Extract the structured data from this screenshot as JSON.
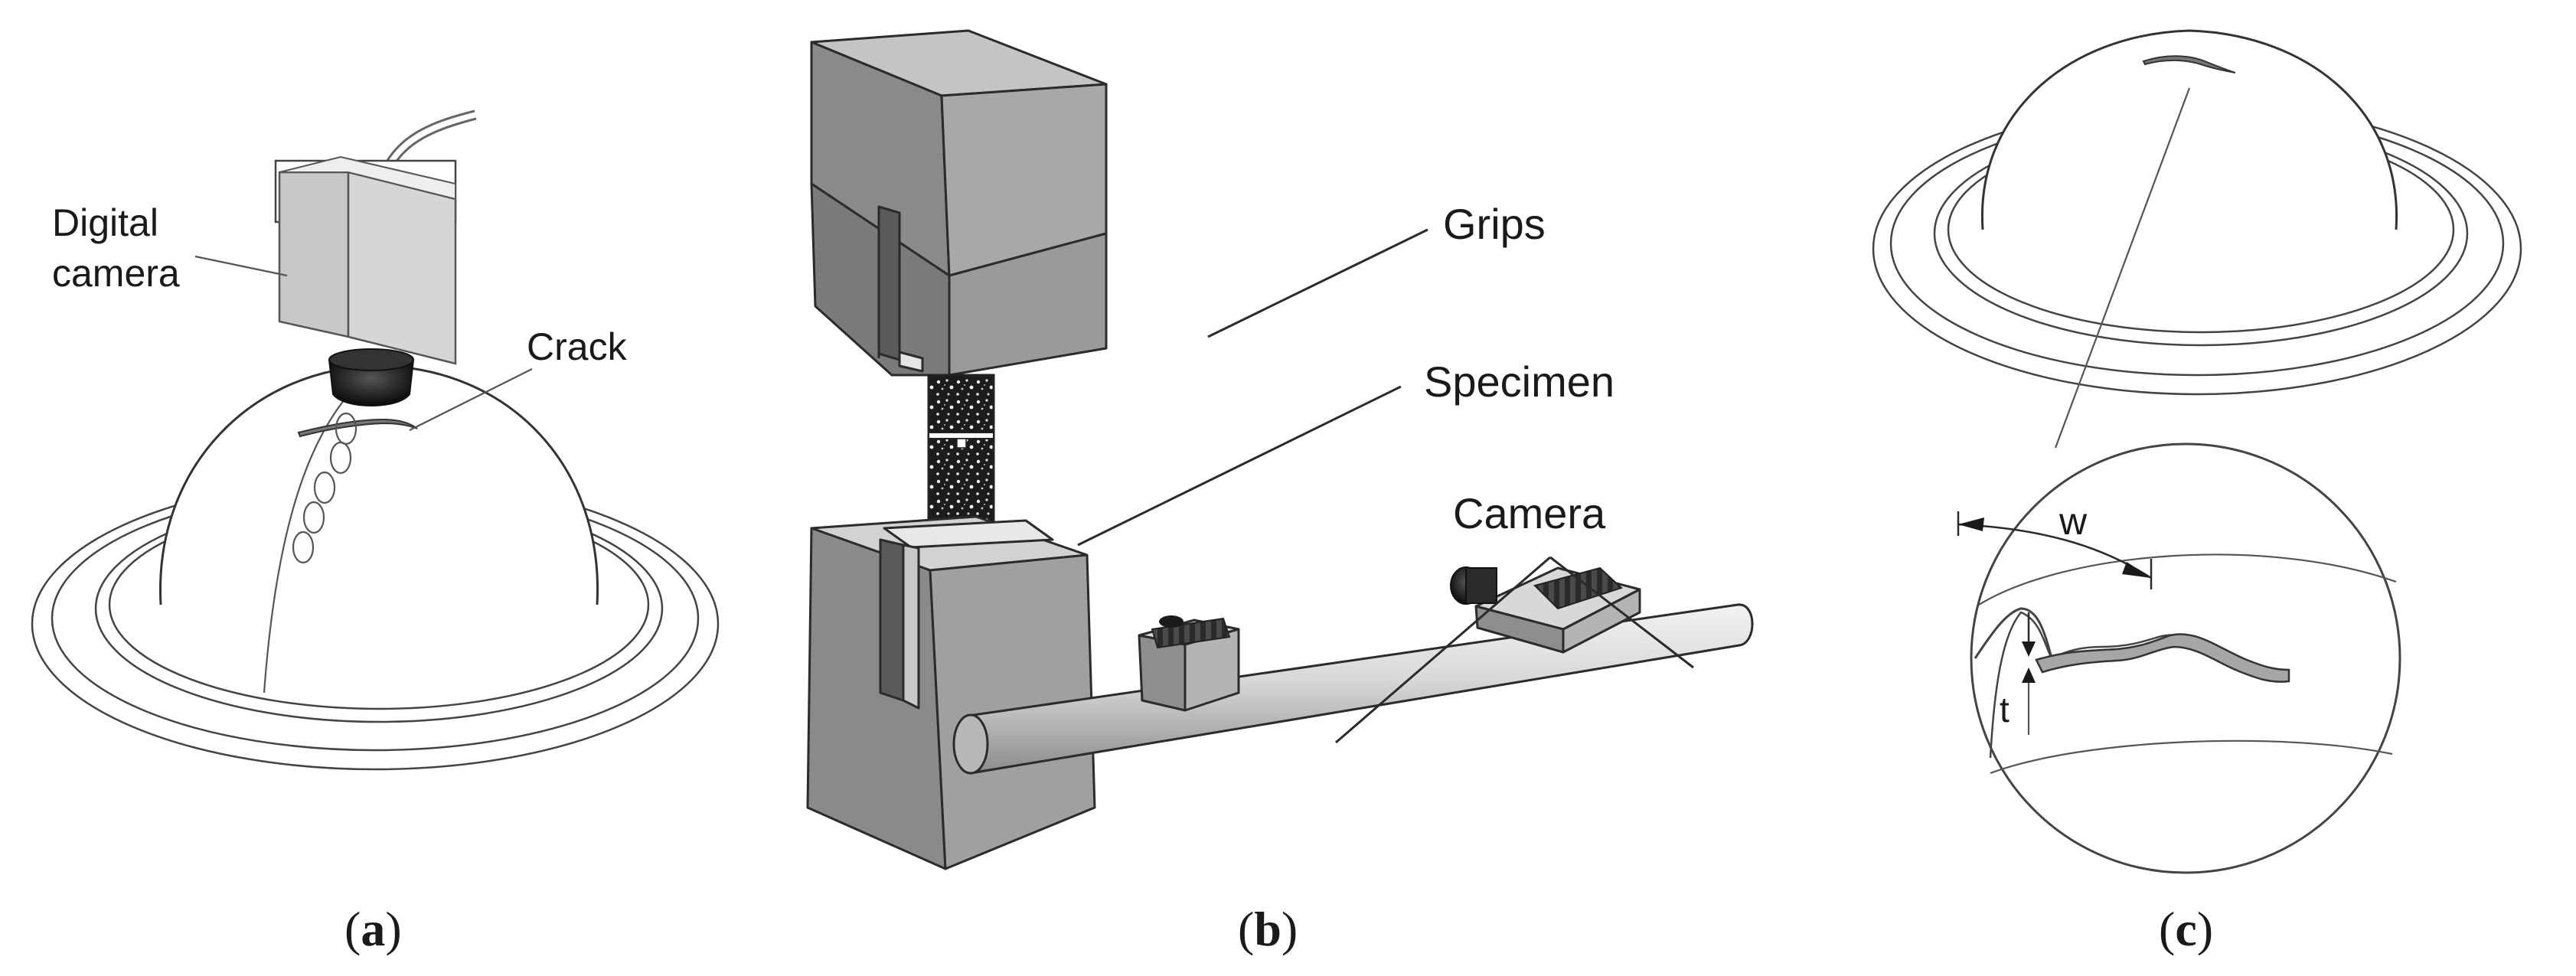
{
  "panel_a": {
    "label_camera_line1": "Digital",
    "label_camera_line2": "camera",
    "label_crack": "Crack",
    "caption_open": "(",
    "caption_letter": "a",
    "caption_close": ")"
  },
  "panel_b": {
    "label_grips": "Grips",
    "label_specimen": "Specimen",
    "label_camera": "Camera",
    "caption_open": "(",
    "caption_letter": "b",
    "caption_close": ")"
  },
  "panel_c": {
    "label_w": "w",
    "label_t": "t",
    "caption_open": "(",
    "caption_letter": "c",
    "caption_close": ")"
  },
  "colors": {
    "dark_gray": "#7f7f7f",
    "mid_gray": "#a6a6a6",
    "light_gray": "#c8c8c8",
    "line": "#2b2b2b"
  }
}
